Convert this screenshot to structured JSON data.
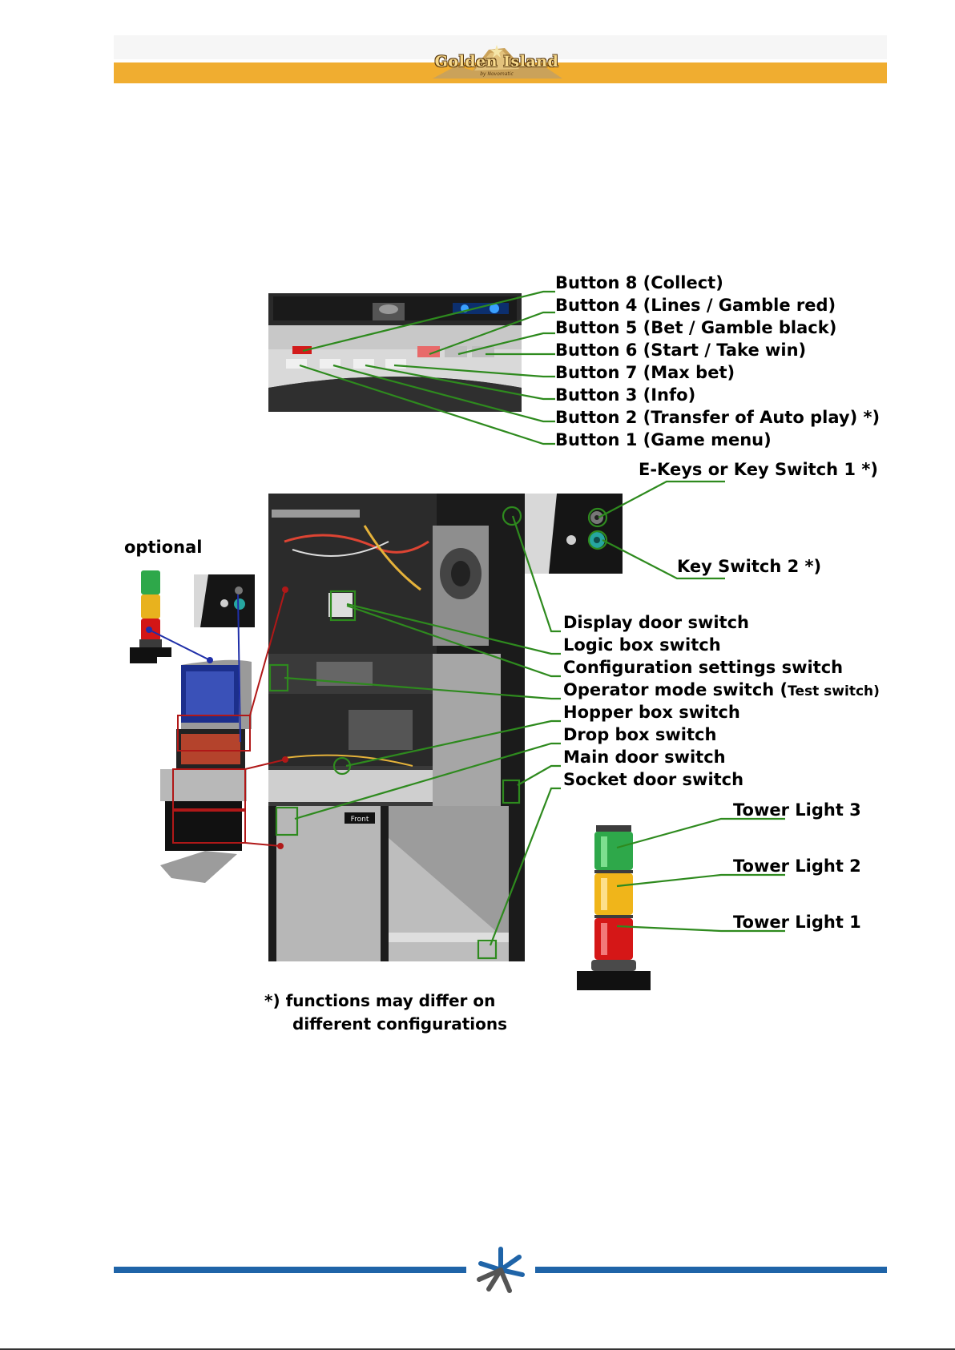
{
  "header": {
    "logo_text": "Golden Island",
    "logo_sub": "by Novomatic"
  },
  "buttons_panel": {
    "labels": [
      "Button 8 (Collect)",
      "Button 4 (Lines / Gamble red)",
      "Button 5 (Bet / Gamble black)",
      "Button 6 (Start / Take win)",
      "Button 7 (Max bet)",
      "Button 3 (Info)",
      "Button 2 (Transfer of Auto play) *)",
      "Button 1 (Game menu)"
    ]
  },
  "keys": {
    "ekeys": "E-Keys or Key Switch 1 *)",
    "key_switch_2": "Key Switch 2 *)"
  },
  "optional_label": "optional",
  "switches": {
    "display_door": "Display door switch",
    "logic_box": "Logic box switch",
    "configuration": "Configuration settings switch",
    "operator_mode": "Operator mode switch (",
    "operator_mode_small": "Test switch)",
    "hopper_box": "Hopper box switch",
    "drop_box": "Drop box switch",
    "main_door": "Main door switch",
    "socket_door": "Socket door switch"
  },
  "tower_lights": {
    "light3": "Tower Light 3",
    "light2": "Tower Light 2",
    "light1": "Tower Light 1"
  },
  "footnote": {
    "line1": "*) functions may differ on",
    "line2": "different configurations"
  },
  "photo_text": {
    "front_tag": "Front"
  },
  "colors": {
    "header_orange": "#f0ad30",
    "callout_green": "#2e8a1e",
    "callout_blue": "#1f2fa8",
    "callout_red": "#b01818",
    "footer_blue": "#1f64a8"
  }
}
